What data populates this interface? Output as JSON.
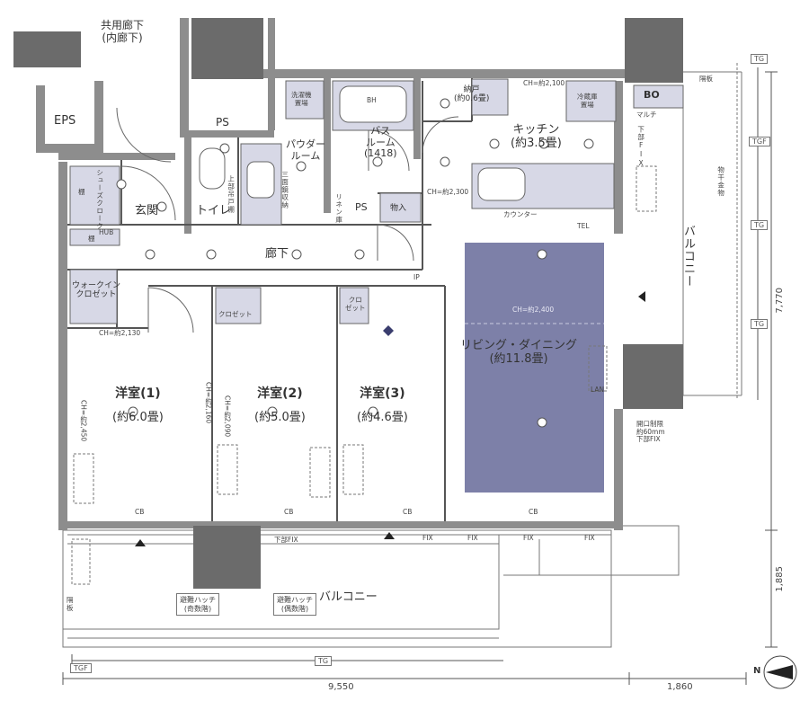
{
  "top_corridor": {
    "line1": "共用廊下",
    "line2": "(内廊下)"
  },
  "eps": "EPS",
  "ps_top": "PS",
  "ps_mid": "PS",
  "rooms": {
    "genkan": "玄関",
    "toilet": "トイレ",
    "powder": {
      "line1": "パウダー",
      "line2": "ルーム"
    },
    "bath": {
      "line1": "バス",
      "line2": "ルーム",
      "size": "(1418)"
    },
    "nando": {
      "line1": "納戸",
      "line2": "(約0.6畳)"
    },
    "kitchen": {
      "name": "キッチン",
      "size": "(約3.5畳)"
    },
    "rouka": "廊下",
    "walkin": {
      "line1": "ウォークイン",
      "line2": "クロゼット"
    },
    "yoshitsu1": {
      "name": "洋室(1)",
      "size": "(約6.0畳)"
    },
    "yoshitsu2": {
      "name": "洋室(2)",
      "size": "(約5.0畳)"
    },
    "yoshitsu3": {
      "name": "洋室(3)",
      "size": "(約4.6畳)"
    },
    "living": {
      "name": "リビング・ダイニング",
      "size": "(約11.8畳)"
    },
    "balcony_east": "バルコニー",
    "balcony_south": "バルコニー"
  },
  "storage": {
    "shoes": "シューズクローク",
    "tana": "棚",
    "hub": "HUB",
    "closet2": "クロゼット",
    "closet3_line1": "クロ",
    "closet3_line2": "ゼット",
    "monoire": "物入",
    "linen": "リネン庫",
    "washer": {
      "line1": "洗濯機",
      "line2": "置場"
    },
    "fridge": {
      "line1": "冷蔵庫",
      "line2": "置場"
    },
    "counter": "カウンター",
    "bo": "BO",
    "multi": "マルチ",
    "monohoshi": "物干金物",
    "toilet_shelf": "上部吊戸棚",
    "powder_storage": "三面鏡収納",
    "bh": "BH"
  },
  "ceiling_heights": {
    "nando": "CH=約2,100",
    "kitchen": "CH=約2,300",
    "living": "CH=約2,400",
    "walkin": "CH=約2,130",
    "yoshitsu1": "CH=約2,450",
    "yoshitsu1b": "CH=約2,160",
    "yoshitsu2": "CH=約2,090"
  },
  "markers": {
    "tg": "TG",
    "tgf": "TGF",
    "cb": "CB",
    "fix": "FIX",
    "kabu_fix": "下部FIX",
    "kabu_fix_v": "下部FIX",
    "ip": "IP",
    "tel": "TEL",
    "lan": "LAN",
    "opening_note": {
      "line1": "開口制限",
      "line2": "約60mm",
      "line3": "下部FIX"
    },
    "partition": "隔板",
    "partition2": {
      "line1": "隔",
      "line2": "板"
    }
  },
  "hatches": {
    "odd": {
      "line1": "避難ハッチ",
      "line2": "(奇数階)"
    },
    "even": {
      "line1": "避難ハッチ",
      "line2": "(偶数階)"
    }
  },
  "dimensions": {
    "bottom_main": "9,550",
    "bottom_right": "1,860",
    "right_upper": "7,770",
    "right_lower": "1,885"
  },
  "compass": {
    "label": "N"
  },
  "colors": {
    "wall": "#8d8d8d",
    "wall_dark": "#6f6f6f",
    "accent_fill": "#7d80a8",
    "fixture_fill": "#d7d8e6",
    "column": "#6b6b6b",
    "line": "#444444"
  }
}
